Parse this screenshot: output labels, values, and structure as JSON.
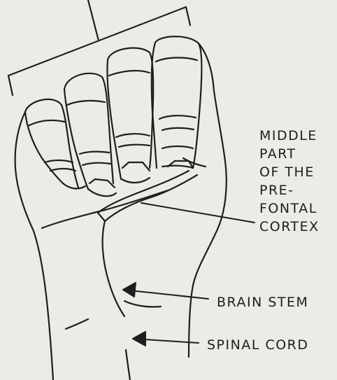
{
  "labels": {
    "prefrontal_cortex": [
      "MIDDLE",
      "PART",
      "OF THE",
      "PRE-",
      "FONTAL",
      "CORTEX"
    ],
    "brain_stem": "BRAIN STEM",
    "spinal_cord": "SPINAL CORD"
  },
  "colors": {
    "background": "#ecebe6",
    "ink": "#1e1e1e"
  }
}
